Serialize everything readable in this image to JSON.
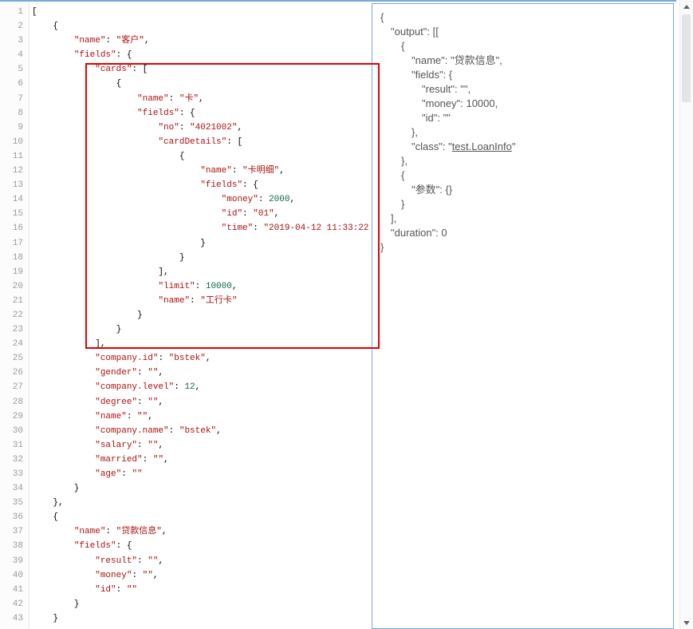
{
  "colors": {
    "string": "#aa1111",
    "number": "#116644",
    "annotation": "#e60000",
    "border": "#7aa9d9"
  },
  "editor": {
    "first_line": 1,
    "lines": [
      [
        [
          "p",
          "["
        ]
      ],
      [
        [
          "p",
          "    {"
        ]
      ],
      [
        [
          "p",
          "        "
        ],
        [
          "s",
          "\"name\""
        ],
        [
          "p",
          ": "
        ],
        [
          "s",
          "\"客户\""
        ],
        [
          "p",
          ","
        ]
      ],
      [
        [
          "p",
          "        "
        ],
        [
          "s",
          "\"fields\""
        ],
        [
          "p",
          ": {"
        ]
      ],
      [
        [
          "p",
          "            "
        ],
        [
          "s",
          "\"cards\""
        ],
        [
          "p",
          ": ["
        ]
      ],
      [
        [
          "p",
          "                {"
        ]
      ],
      [
        [
          "p",
          "                    "
        ],
        [
          "s",
          "\"name\""
        ],
        [
          "p",
          ": "
        ],
        [
          "s",
          "\"卡\""
        ],
        [
          "p",
          ","
        ]
      ],
      [
        [
          "p",
          "                    "
        ],
        [
          "s",
          "\"fields\""
        ],
        [
          "p",
          ": {"
        ]
      ],
      [
        [
          "p",
          "                        "
        ],
        [
          "s",
          "\"no\""
        ],
        [
          "p",
          ": "
        ],
        [
          "s",
          "\"4021002\""
        ],
        [
          "p",
          ","
        ]
      ],
      [
        [
          "p",
          "                        "
        ],
        [
          "s",
          "\"cardDetails\""
        ],
        [
          "p",
          ": ["
        ]
      ],
      [
        [
          "p",
          "                            {"
        ]
      ],
      [
        [
          "p",
          "                                "
        ],
        [
          "s",
          "\"name\""
        ],
        [
          "p",
          ": "
        ],
        [
          "s",
          "\"卡明细\""
        ],
        [
          "p",
          ","
        ]
      ],
      [
        [
          "p",
          "                                "
        ],
        [
          "s",
          "\"fields\""
        ],
        [
          "p",
          ": {"
        ]
      ],
      [
        [
          "p",
          "                                    "
        ],
        [
          "s",
          "\"money\""
        ],
        [
          "p",
          ": "
        ],
        [
          "n",
          "2000"
        ],
        [
          "p",
          ","
        ]
      ],
      [
        [
          "p",
          "                                    "
        ],
        [
          "s",
          "\"id\""
        ],
        [
          "p",
          ": "
        ],
        [
          "s",
          "\"01\""
        ],
        [
          "p",
          ","
        ]
      ],
      [
        [
          "p",
          "                                    "
        ],
        [
          "s",
          "\"time\""
        ],
        [
          "p",
          ": "
        ],
        [
          "s",
          "\"2019-04-12 11:33:22\""
        ]
      ],
      [
        [
          "p",
          "                                }"
        ]
      ],
      [
        [
          "p",
          "                            }"
        ]
      ],
      [
        [
          "p",
          "                        ],"
        ]
      ],
      [
        [
          "p",
          "                        "
        ],
        [
          "s",
          "\"limit\""
        ],
        [
          "p",
          ": "
        ],
        [
          "n",
          "10000"
        ],
        [
          "p",
          ","
        ]
      ],
      [
        [
          "p",
          "                        "
        ],
        [
          "s",
          "\"name\""
        ],
        [
          "p",
          ": "
        ],
        [
          "s",
          "\"工行卡\""
        ]
      ],
      [
        [
          "p",
          "                    }"
        ]
      ],
      [
        [
          "p",
          "                }"
        ]
      ],
      [
        [
          "p",
          "            ],"
        ]
      ],
      [
        [
          "p",
          "            "
        ],
        [
          "s",
          "\"company.id\""
        ],
        [
          "p",
          ": "
        ],
        [
          "s",
          "\"bstek\""
        ],
        [
          "p",
          ","
        ]
      ],
      [
        [
          "p",
          "            "
        ],
        [
          "s",
          "\"gender\""
        ],
        [
          "p",
          ": "
        ],
        [
          "s",
          "\"\""
        ],
        [
          "p",
          ","
        ]
      ],
      [
        [
          "p",
          "            "
        ],
        [
          "s",
          "\"company.level\""
        ],
        [
          "p",
          ": "
        ],
        [
          "n",
          "12"
        ],
        [
          "p",
          ","
        ]
      ],
      [
        [
          "p",
          "            "
        ],
        [
          "s",
          "\"degree\""
        ],
        [
          "p",
          ": "
        ],
        [
          "s",
          "\"\""
        ],
        [
          "p",
          ","
        ]
      ],
      [
        [
          "p",
          "            "
        ],
        [
          "s",
          "\"name\""
        ],
        [
          "p",
          ": "
        ],
        [
          "s",
          "\"\""
        ],
        [
          "p",
          ","
        ]
      ],
      [
        [
          "p",
          "            "
        ],
        [
          "s",
          "\"company.name\""
        ],
        [
          "p",
          ": "
        ],
        [
          "s",
          "\"bstek\""
        ],
        [
          "p",
          ","
        ]
      ],
      [
        [
          "p",
          "            "
        ],
        [
          "s",
          "\"salary\""
        ],
        [
          "p",
          ": "
        ],
        [
          "s",
          "\"\""
        ],
        [
          "p",
          ","
        ]
      ],
      [
        [
          "p",
          "            "
        ],
        [
          "s",
          "\"married\""
        ],
        [
          "p",
          ": "
        ],
        [
          "s",
          "\"\""
        ],
        [
          "p",
          ","
        ]
      ],
      [
        [
          "p",
          "            "
        ],
        [
          "s",
          "\"age\""
        ],
        [
          "p",
          ": "
        ],
        [
          "s",
          "\"\""
        ]
      ],
      [
        [
          "p",
          "        }"
        ]
      ],
      [
        [
          "p",
          "    },"
        ]
      ],
      [
        [
          "p",
          "    {"
        ]
      ],
      [
        [
          "p",
          "        "
        ],
        [
          "s",
          "\"name\""
        ],
        [
          "p",
          ": "
        ],
        [
          "s",
          "\"贷款信息\""
        ],
        [
          "p",
          ","
        ]
      ],
      [
        [
          "p",
          "        "
        ],
        [
          "s",
          "\"fields\""
        ],
        [
          "p",
          ": {"
        ]
      ],
      [
        [
          "p",
          "            "
        ],
        [
          "s",
          "\"result\""
        ],
        [
          "p",
          ": "
        ],
        [
          "s",
          "\"\""
        ],
        [
          "p",
          ","
        ]
      ],
      [
        [
          "p",
          "            "
        ],
        [
          "s",
          "\"money\""
        ],
        [
          "p",
          ": "
        ],
        [
          "s",
          "\"\""
        ],
        [
          "p",
          ","
        ]
      ],
      [
        [
          "p",
          "            "
        ],
        [
          "s",
          "\"id\""
        ],
        [
          "p",
          ": "
        ],
        [
          "s",
          "\"\""
        ]
      ],
      [
        [
          "p",
          "        }"
        ]
      ],
      [
        [
          "p",
          "    }"
        ]
      ]
    ]
  },
  "output_panel": {
    "lines": [
      {
        "indent": 0,
        "tokens": [
          [
            "t",
            "{"
          ]
        ]
      },
      {
        "indent": 1,
        "tokens": [
          [
            "t",
            "\"output\": [["
          ]
        ]
      },
      {
        "indent": 2,
        "tokens": [
          [
            "t",
            "{"
          ]
        ]
      },
      {
        "indent": 3,
        "tokens": [
          [
            "t",
            "\"name\": \"贷款信息\","
          ]
        ]
      },
      {
        "indent": 3,
        "tokens": [
          [
            "t",
            "\"fields\": {"
          ]
        ]
      },
      {
        "indent": 4,
        "tokens": [
          [
            "t",
            "\"result\": \"\","
          ]
        ]
      },
      {
        "indent": 4,
        "tokens": [
          [
            "t",
            "\"money\": 10000,"
          ]
        ]
      },
      {
        "indent": 4,
        "tokens": [
          [
            "t",
            "\"id\": \"\""
          ]
        ]
      },
      {
        "indent": 3,
        "tokens": [
          [
            "t",
            "},"
          ]
        ]
      },
      {
        "indent": 3,
        "tokens": [
          [
            "t",
            "\"class\": \""
          ],
          [
            "link",
            "test.LoanInfo"
          ],
          [
            "t",
            "\""
          ]
        ]
      },
      {
        "indent": 2,
        "tokens": [
          [
            "t",
            "},"
          ]
        ]
      },
      {
        "indent": 2,
        "tokens": [
          [
            "t",
            "{"
          ]
        ]
      },
      {
        "indent": 3,
        "tokens": [
          [
            "t",
            "\"参数\": {}"
          ]
        ]
      },
      {
        "indent": 2,
        "tokens": [
          [
            "t",
            "}"
          ]
        ]
      },
      {
        "indent": 1,
        "tokens": [
          [
            "t",
            "],"
          ]
        ]
      },
      {
        "indent": 1,
        "tokens": [
          [
            "t",
            "\"duration\": 0"
          ]
        ]
      },
      {
        "indent": 0,
        "tokens": [
          [
            "t",
            "}"
          ]
        ]
      }
    ]
  }
}
